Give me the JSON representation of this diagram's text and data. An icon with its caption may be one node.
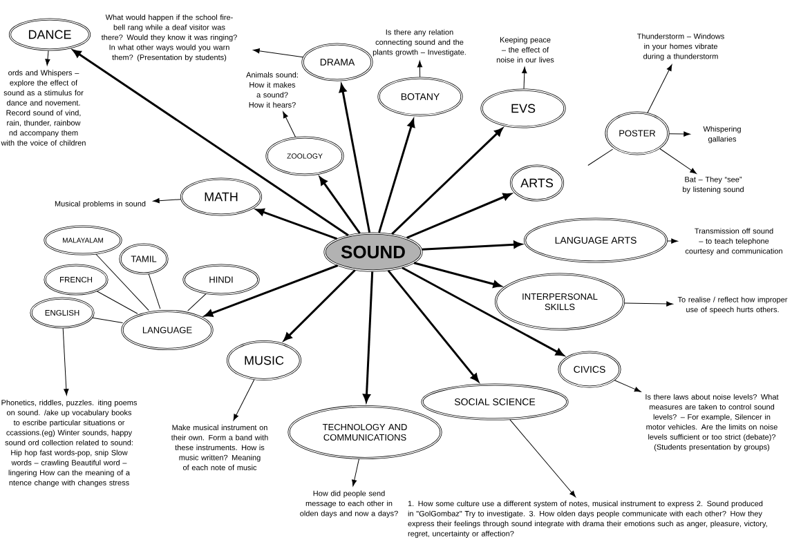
{
  "diagram": {
    "nodes": [
      {
        "text": [
          "SOUND"
        ]
      },
      {
        "text": [
          "DANCE"
        ]
      },
      {
        "text": [
          "ords and Whispers – explore the effect of sound as a stimulus for dance and novement. Record sound of vind, rain, thunder, rainbow nd accompany them with the voice of children"
        ]
      },
      {
        "text": [
          "DRAMA"
        ]
      },
      {
        "text": [
          "What would happen if the school fire-bell rang while a deaf visitor was there? Would they know it was ringing? In what other ways would you warn them? (Presentation by students)"
        ]
      },
      {
        "text": [
          "BOTANY"
        ]
      },
      {
        "text": [
          "Is there any relation connecting sound and the plants growth – Investigate."
        ]
      },
      {
        "text": [
          "ZOOLOGY"
        ]
      },
      {
        "text": [
          "Animals sound: How it makes a sound? How it hears?"
        ]
      },
      {
        "text": [
          "EVS"
        ]
      },
      {
        "text": [
          "Keeping peace – the effect of noise in our lives"
        ]
      },
      {
        "text": [
          "POSTER"
        ]
      },
      {
        "text": [
          "Thunderstorm – Windows in your homes vibrate during a thunderstorm"
        ]
      },
      {
        "text": [
          "Whispering gallaries"
        ]
      },
      {
        "text": [
          "Bat – They “see” by listening sound"
        ]
      },
      {
        "text": [
          "ARTS"
        ]
      },
      {
        "text": [
          "LANGUAGE ARTS"
        ]
      },
      {
        "text": [
          "Transmission off sound – to teach telephone courtesy and communication"
        ]
      },
      {
        "text": [
          "INTERPERSONAL SKILLS"
        ]
      },
      {
        "text": [
          "To realise / reflect how improper use of speech hurts others."
        ]
      },
      {
        "text": [
          "CIVICS"
        ]
      },
      {
        "text": [
          "Is there laws about noise levels? What measures are taken to control sound levels? – For example, Silencer in motor vehicles. Are the limits on noise levels sufficient or too strict (debate)? (Students presentation by groups)"
        ]
      },
      {
        "text": [
          "SOCIAL SCIENCE"
        ]
      },
      {
        "text": [
          "1. How some culture use a different system of notes, musical instrument to express 2. Sound produced in \"GolGombaz\" Try to investigate. 3. How olden days people communicate with each other? How they express their feelings through sound integrate with drama their emotions such as anger, pleasure, victory, regret, uncertainty or affection?"
        ]
      },
      {
        "text": [
          "TECHNOLOGY AND COMMUNICATIONS"
        ]
      },
      {
        "text": [
          "How did people send message to each other in olden days and now a days?"
        ]
      },
      {
        "text": [
          "MUSIC"
        ]
      },
      {
        "text": [
          "Make musical instrument on their own. Form a band with these instruments. How is music written? Meaning of each note of music"
        ]
      },
      {
        "text": [
          "LANGUAGE"
        ]
      },
      {
        "text": [
          "MALAYALAM"
        ]
      },
      {
        "text": [
          "TAMIL"
        ]
      },
      {
        "text": [
          "HINDI"
        ]
      },
      {
        "text": [
          "FRENCH"
        ]
      },
      {
        "text": [
          "ENGLISH"
        ]
      },
      {
        "text": [
          "Phonetics, riddles, puzzles. iting poems on sound. /ake up vocabulary books to escribe particular situations or ccassions.(eg) Winter sounds, happy sound ord collection related to sound: Hip hop fast words-pop, snip Slow words – crawling Beautiful word – lingering How can the meaning of a ntence change with changes stress"
        ]
      },
      {
        "text": [
          "MATH"
        ]
      },
      {
        "text": [
          "Musical problems in sound"
        ]
      }
    ],
    "edges": [
      {
        "from": 0,
        "to": 1,
        "arrow": "to",
        "style": "thick"
      },
      {
        "from": 0,
        "to": 3,
        "arrow": "to",
        "style": "thick"
      },
      {
        "from": 0,
        "to": 7,
        "arrow": "to",
        "style": "thick"
      },
      {
        "from": 0,
        "to": 5,
        "arrow": "to",
        "style": "thick"
      },
      {
        "from": 0,
        "to": 9,
        "arrow": "to",
        "style": "thick"
      },
      {
        "from": 0,
        "to": 15,
        "arrow": "to",
        "style": "thick"
      },
      {
        "from": 0,
        "to": 16,
        "arrow": "to",
        "style": "thick"
      },
      {
        "from": 0,
        "to": 18,
        "arrow": "to",
        "style": "thick"
      },
      {
        "from": 0,
        "to": 20,
        "arrow": "to",
        "style": "thick"
      },
      {
        "from": 0,
        "to": 22,
        "arrow": "to",
        "style": "thick"
      },
      {
        "from": 0,
        "to": 24,
        "arrow": "to",
        "style": "thick"
      },
      {
        "from": 0,
        "to": 26,
        "arrow": "to",
        "style": "thick"
      },
      {
        "from": 0,
        "to": 28,
        "arrow": "to",
        "style": "thick"
      },
      {
        "from": 0,
        "to": 35,
        "arrow": "to",
        "style": "thick"
      },
      {
        "from": 1,
        "to": 2,
        "arrow": "to"
      },
      {
        "from": 3,
        "to": 4,
        "arrow": "to"
      },
      {
        "from": 5,
        "to": 6,
        "arrow": "to"
      },
      {
        "from": 7,
        "to": 8,
        "arrow": "to"
      },
      {
        "from": 9,
        "to": 10,
        "arrow": "to"
      },
      {
        "from": null,
        "to": 11,
        "arrow": "none"
      },
      {
        "from": 11,
        "to": 12,
        "arrow": "to"
      },
      {
        "from": 11,
        "to": 13,
        "arrow": "to"
      },
      {
        "from": 11,
        "to": 14,
        "arrow": "to"
      },
      {
        "from": 16,
        "to": 17,
        "arrow": "to"
      },
      {
        "from": 18,
        "to": 19,
        "arrow": "to"
      },
      {
        "from": 20,
        "to": 21,
        "arrow": "to"
      },
      {
        "from": 22,
        "to": 23,
        "arrow": "to"
      },
      {
        "from": 24,
        "to": 25,
        "arrow": "to"
      },
      {
        "from": 26,
        "to": 27,
        "arrow": "to"
      },
      {
        "from": 29,
        "to": 28,
        "arrow": "none"
      },
      {
        "from": 30,
        "to": 28,
        "arrow": "none"
      },
      {
        "from": 31,
        "to": 28,
        "arrow": "none"
      },
      {
        "from": 32,
        "to": 28,
        "arrow": "none"
      },
      {
        "from": 33,
        "to": 28,
        "arrow": "none"
      },
      {
        "from": 33,
        "to": 34,
        "arrow": "to"
      },
      {
        "from": 35,
        "to": 36,
        "arrow": "to"
      }
    ]
  }
}
